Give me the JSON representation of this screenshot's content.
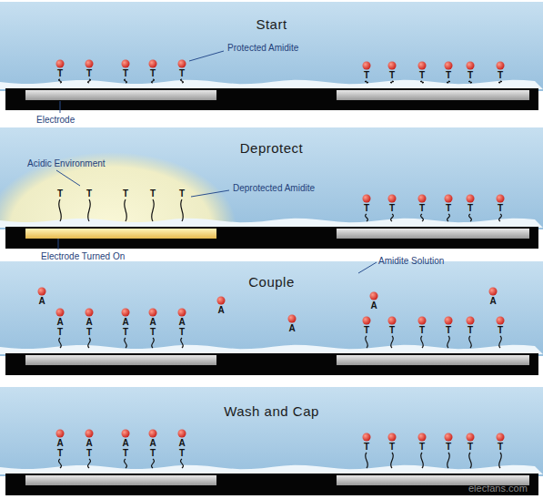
{
  "diagram": {
    "nodes": [
      {
        "text": [
          "Start"
        ]
      },
      {
        "text": [
          "Deprotect"
        ]
      },
      {
        "text": [
          "Couple"
        ]
      },
      {
        "text": [
          "Wash and Cap"
        ]
      }
    ],
    "labels": [
      "Protected Amidite",
      "T",
      "T",
      "T",
      "T",
      "T",
      "T",
      "T",
      "T",
      "T",
      "T",
      "T",
      "Electrode",
      "Acidic Environment",
      "Deprotected Amidite",
      "T",
      "T",
      "T",
      "T",
      "T",
      "T",
      "T",
      "T",
      "T",
      "T",
      "T",
      "Electrode Turned On",
      "Amidite Solution",
      "A",
      "A",
      "A",
      "A",
      "A",
      "A",
      "T",
      "A",
      "T",
      "A",
      "T",
      "A",
      "T",
      "A",
      "T",
      "T",
      "T",
      "T",
      "T",
      "T",
      "T",
      "A",
      "T",
      "A",
      "T",
      "A",
      "T",
      "A",
      "T",
      "A",
      "T",
      "T",
      "T",
      "T",
      "T",
      "T",
      "T",
      "elecfans.com"
    ]
  }
}
